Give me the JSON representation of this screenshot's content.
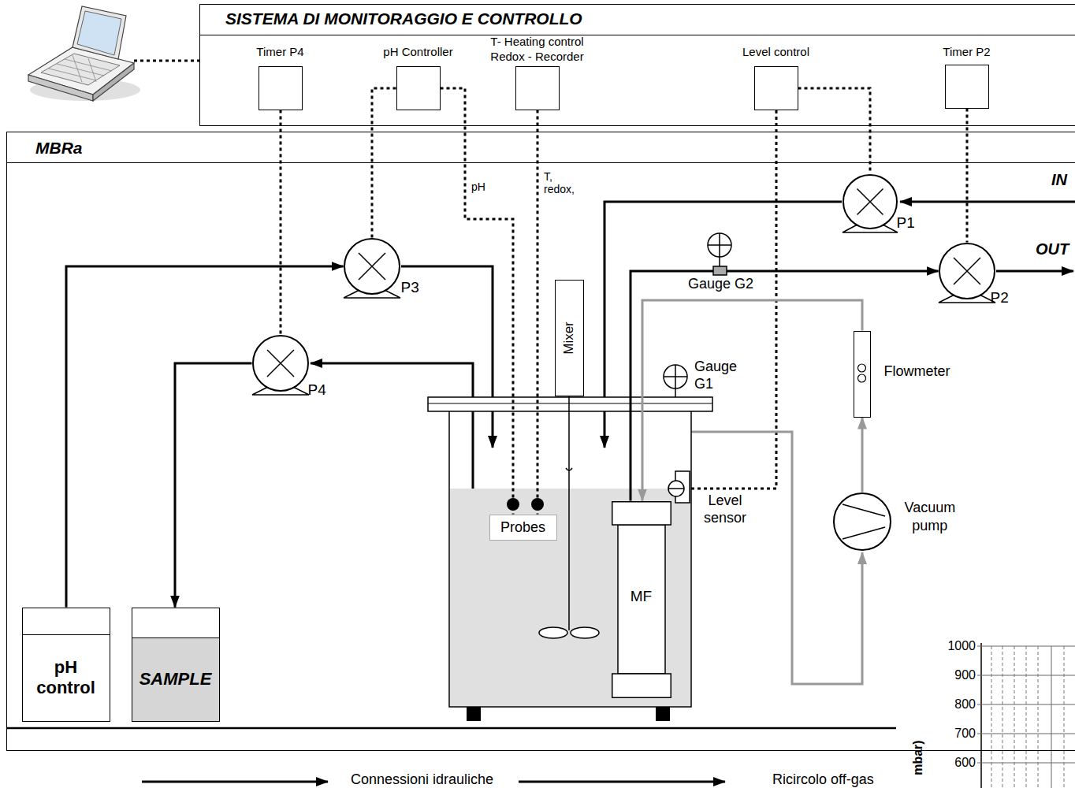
{
  "diagram": {
    "nodes": [
      {
        "text": [
          "SISTEMA DI MONITORAGGIO E CONTROLLO"
        ]
      },
      {
        "text": [
          "Timer P4"
        ],
        "in": 0
      },
      {
        "text": [
          "pH Controller"
        ],
        "in": 0
      },
      {
        "text": [
          "T- Heating control Redox - Recorder"
        ],
        "in": 0
      },
      {
        "text": [
          "Level control"
        ],
        "in": 0
      },
      {
        "text": [
          "Timer P2"
        ],
        "in": 0
      },
      {
        "text": [
          "MBRa"
        ]
      },
      {
        "text": [
          "P3"
        ],
        "in": 6
      },
      {
        "text": [
          "P4"
        ],
        "in": 6
      },
      {
        "text": [
          "P1"
        ],
        "in": 6
      },
      {
        "text": [
          "P2"
        ],
        "in": 6
      },
      {
        "text": [
          "Mixer"
        ],
        "in": 6
      },
      {
        "text": [
          "Flowmeter"
        ],
        "in": 6
      },
      {
        "text": [
          "Probes"
        ],
        "in": 6
      },
      {
        "text": [
          "MF"
        ],
        "in": 6
      },
      {
        "text": [
          "Vacuum pump"
        ],
        "in": 6
      },
      {
        "text": [
          "pH control"
        ],
        "in": 6
      },
      {
        "text": [
          "SAMPLE"
        ],
        "in": 6
      }
    ],
    "edges": [
      {
        "from": 1,
        "to": 8,
        "arrow": "none"
      },
      {
        "from": 2,
        "to": 7,
        "arrow": "none"
      },
      {
        "from": 2,
        "to": 13,
        "label": "pH",
        "arrow": "none"
      },
      {
        "from": 3,
        "to": 13,
        "label": "T, redox,",
        "arrow": "none"
      },
      {
        "from": 4,
        "to": 9,
        "arrow": "none"
      },
      {
        "from": 5,
        "to": 10,
        "arrow": "none"
      },
      {
        "from": 16,
        "to": 7,
        "arrow": "to"
      },
      {
        "from": 8,
        "to": 17,
        "arrow": "to"
      },
      {
        "from": 14,
        "to": 10,
        "arrow": "to"
      },
      {
        "from": 15,
        "to": 12,
        "arrow": "to"
      },
      {
        "from": 12,
        "to": 14,
        "arrow": "to"
      }
    ],
    "labels": [
      "IN",
      "OUT",
      "Gauge G2",
      "Gauge G1",
      "Level sensor",
      "1000",
      "900",
      "800",
      "700",
      "600",
      "mbar)"
    ],
    "legend": [
      {
        "text": "Connessioni idrauliche"
      },
      {
        "text": "Ricircolo off-gas"
      }
    ]
  }
}
